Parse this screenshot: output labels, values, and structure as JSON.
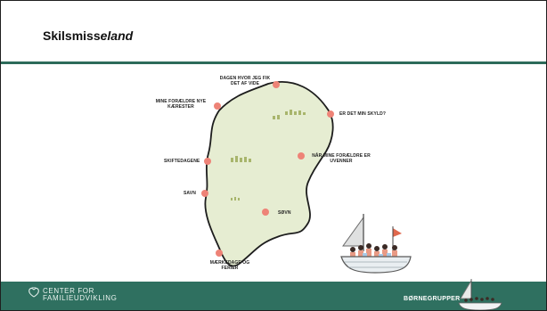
{
  "slide": {
    "title_plain": "Skilsmiss",
    "title_italic": "eland"
  },
  "map_labels": {
    "dagen": "DAGEN HVOR JEG FIK DET AF VIDE",
    "foraeldre": "MINE FORÆLDRE NYE KÆRESTER",
    "skyld": "ER DET MIN SKYLD?",
    "uvenner": "NÅR MINE FORÆLDRE ER UVENNER",
    "skiftedagene": "SKIFTEDAGENE",
    "savn": "SAVN",
    "sovn": "SØVN",
    "maerkedage": "MÆRKEDAGE OG FERIER"
  },
  "footer": {
    "brand_line1": "CENTER FOR",
    "brand_line2": "FAMILIEUDVIKLING",
    "groups_label": "BØRNEGRUPPER"
  },
  "colors": {
    "accent": "#2d6b5a",
    "footer": "#2f7060",
    "island": "#e6edd2",
    "marker": "#ee8377"
  }
}
